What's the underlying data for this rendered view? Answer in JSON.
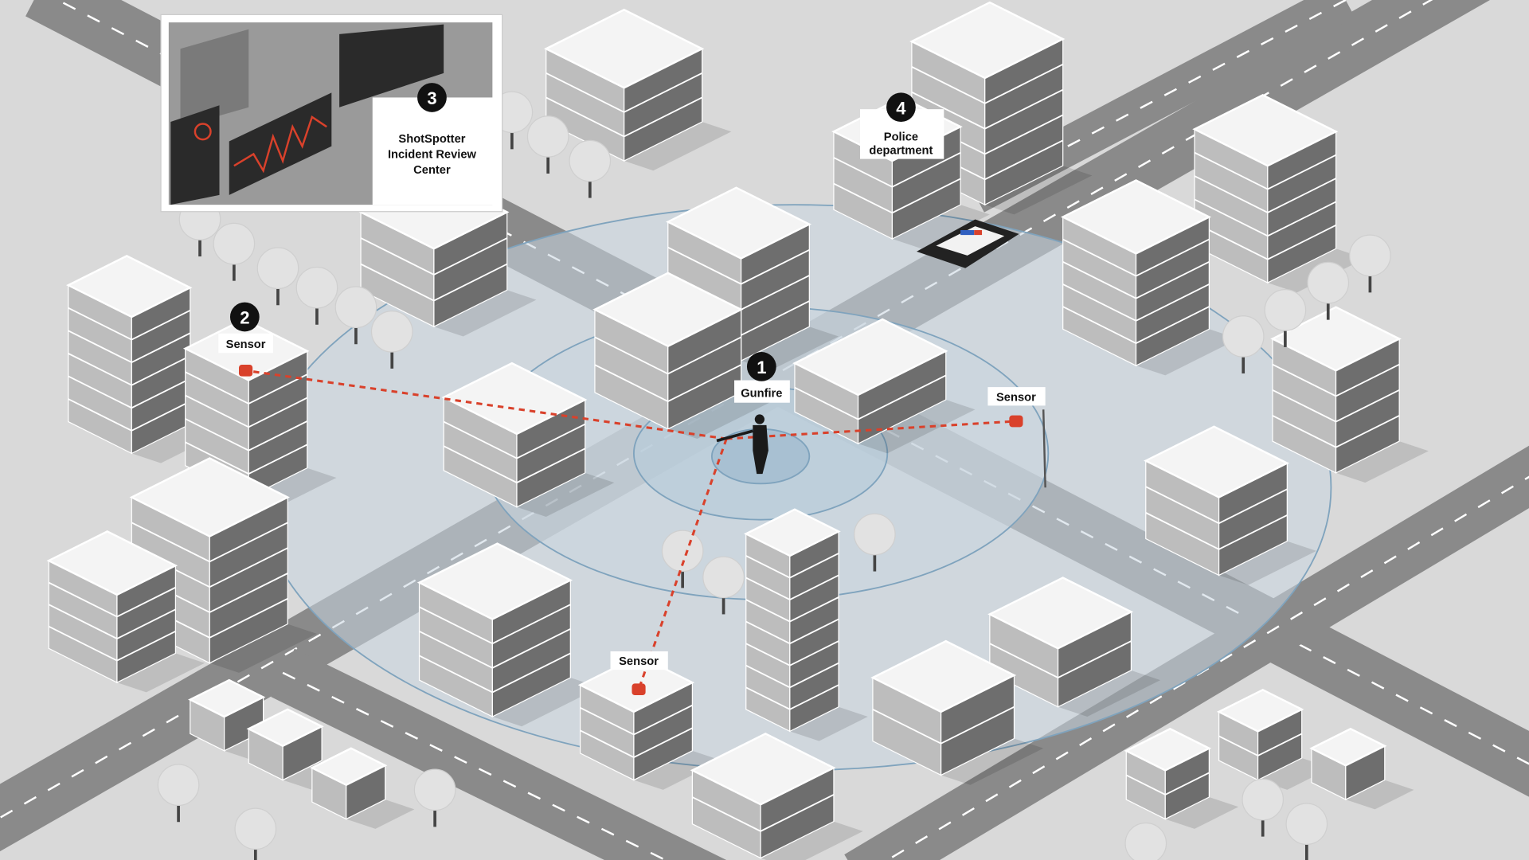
{
  "markers": {
    "gunfire": {
      "number": "1",
      "label": "Gunfire"
    },
    "sensor_left": {
      "number": "2",
      "label": "Sensor"
    },
    "review_center": {
      "number": "3",
      "line1": "ShotSpotter",
      "line2": "Incident Review",
      "line3": "Center"
    },
    "police": {
      "number": "4",
      "line1": "Police",
      "line2": "department"
    },
    "sensor_right": {
      "label": "Sensor"
    },
    "sensor_bottom": {
      "label": "Sensor"
    }
  },
  "colors": {
    "ground": "#d9d9d9",
    "road": "#8a8a8a",
    "coverage_zone": "#c9d6e0",
    "coverage_ring": "#7fa3bd",
    "sensor_red": "#d9412b",
    "signal_line": "#d9412b",
    "badge": "#111111"
  }
}
